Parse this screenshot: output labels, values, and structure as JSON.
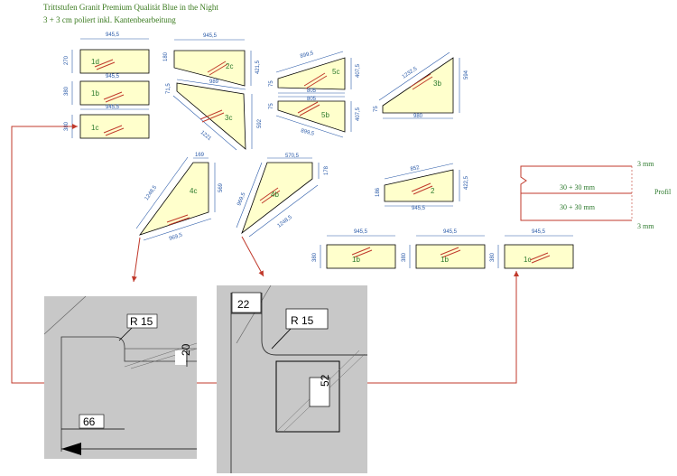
{
  "header": {
    "title": "Trittstufen Granit Premium Qualität Blue in the Night",
    "subtitle": "3 + 3 cm poliert inkl. Kantenbearbeitung"
  },
  "pieces": {
    "p1d": {
      "label": "1d",
      "w": "945,5",
      "h": "270",
      "b": "945,5"
    },
    "p1b_top": {
      "label": "1b",
      "w": "945,5",
      "h": "380"
    },
    "p1c_top": {
      "label": "1c",
      "w": "945,5",
      "h": "380"
    },
    "p2c": {
      "label": "2c",
      "w": "945,5",
      "h1": "180",
      "h2": "421,5"
    },
    "p3c": {
      "label": "3c",
      "w": "989",
      "h1": "71,5",
      "h2": "592",
      "d": "1221"
    },
    "p5c": {
      "label": "5c",
      "w": "899,5",
      "h1": "407,5",
      "h2": "75",
      "b": "805"
    },
    "p5b": {
      "label": "5b",
      "w": "805",
      "h1": "407,5",
      "h2": "75",
      "b": "899,5"
    },
    "p3b": {
      "label": "3b",
      "d": "1232,5",
      "h": "594",
      "b": "980",
      "h2": "75"
    },
    "p4c": {
      "label": "4c",
      "d": "1248,5",
      "w": "169",
      "h": "569",
      "b": "969,5"
    },
    "p4b": {
      "label": "4b",
      "d": "969,5",
      "w": "570,5",
      "h": "178",
      "b": "1248,5"
    },
    "p2": {
      "label": "2",
      "w": "852",
      "h1": "186",
      "h2": "422,5",
      "b": "945,5"
    },
    "p1b_a": {
      "label": "1b",
      "w": "945,5",
      "h": "380"
    },
    "p1b_b": {
      "label": "1b",
      "w": "945,5",
      "h": "380"
    },
    "p1c_bottom": {
      "label": "1c",
      "w": "945,5",
      "h": "380"
    }
  },
  "profile": {
    "top_thickness": "3 mm",
    "bottom_thickness": "3 mm",
    "layer_top": "30 + 30 mm",
    "layer_bottom": "30 + 30 mm",
    "name": "Profil"
  },
  "details": {
    "left": {
      "radius": "R 15",
      "dim_vertical": "20",
      "dim_horizontal": "66"
    },
    "right": {
      "radius": "R 15",
      "dim_top": "22",
      "dim_vertical": "52"
    }
  },
  "colors": {
    "piece_fill": "#ffffcc",
    "dim_line": "#2a5aa8",
    "arrow": "#c0392b",
    "detail_bg": "#c8c8c8"
  }
}
